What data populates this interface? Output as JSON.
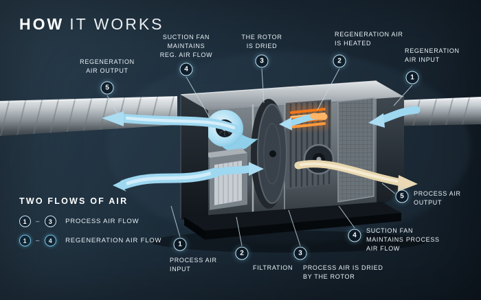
{
  "title": {
    "strong": "HOW",
    "rest": "IT WORKS"
  },
  "colors": {
    "background_navy": "#1e2f3d",
    "flow_blue": "#a8dcf2",
    "heater_orange": "#ff8a2e",
    "output_cream": "#e9d8b2",
    "badge_ring": "#c5e4f2",
    "text": "#e9f1f6"
  },
  "callouts": {
    "top": [
      {
        "num": "5",
        "label": "REGENERATION\nAIR OUTPUT"
      },
      {
        "num": "4",
        "label": "SUCTION FAN\nMAINTAINS\nREG. AIR FLOW"
      },
      {
        "num": "3",
        "label": "THE ROTOR\nIS DRIED"
      },
      {
        "num": "2",
        "label": "REGENERATION AIR\nIS HEATED"
      },
      {
        "num": "1",
        "label": "REGENERATION\nAIR INPUT"
      }
    ],
    "bottom": [
      {
        "num": "1",
        "label": "PROCESS AIR\nINPUT"
      },
      {
        "num": "2",
        "label": "FILTRATION"
      },
      {
        "num": "3",
        "label": "PROCESS AIR IS DRIED\nBY THE ROTOR"
      },
      {
        "num": "4",
        "label": "SUCTION FAN\nMAINTAINS PROCESS\nAIR FLOW"
      },
      {
        "num": "5",
        "label": "PROCESS AIR\nOUTPUT"
      }
    ]
  },
  "legend": {
    "title": "TWO FLOWS OF AIR",
    "rows": [
      {
        "from": "1",
        "dash": "–",
        "to": "3",
        "label": "PROCESS AIR FLOW"
      },
      {
        "from": "1",
        "dash": "–",
        "to": "4",
        "label": "REGENERATION AIR FLOW"
      }
    ]
  }
}
